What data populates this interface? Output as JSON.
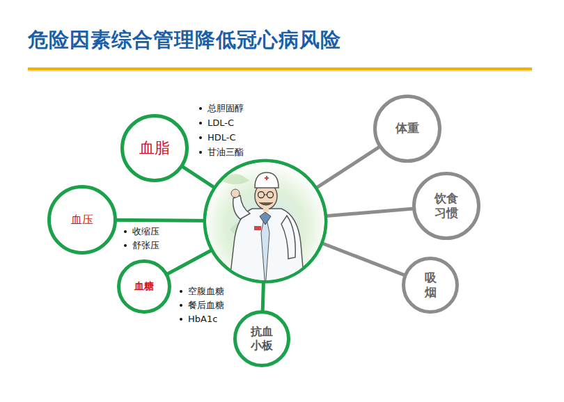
{
  "diagram": {
    "title": "危险因素综合管理降低冠心病风险",
    "nodes": [
      {
        "text": [
          "血脂"
        ]
      },
      {
        "text": [
          "血压"
        ]
      },
      {
        "text": [
          "血糖"
        ]
      },
      {
        "text": [
          "抗血 小板"
        ]
      },
      {
        "text": [
          "体重"
        ]
      },
      {
        "text": [
          "饮食 习惯"
        ]
      },
      {
        "text": [
          "吸 烟"
        ]
      }
    ],
    "labels": [
      "总胆固醇",
      "LDL-C",
      "HDL-C",
      "甘油三酯",
      "收缩压",
      "舒张压",
      "空腹血糖",
      "餐后血糖",
      "HbA1c"
    ]
  }
}
